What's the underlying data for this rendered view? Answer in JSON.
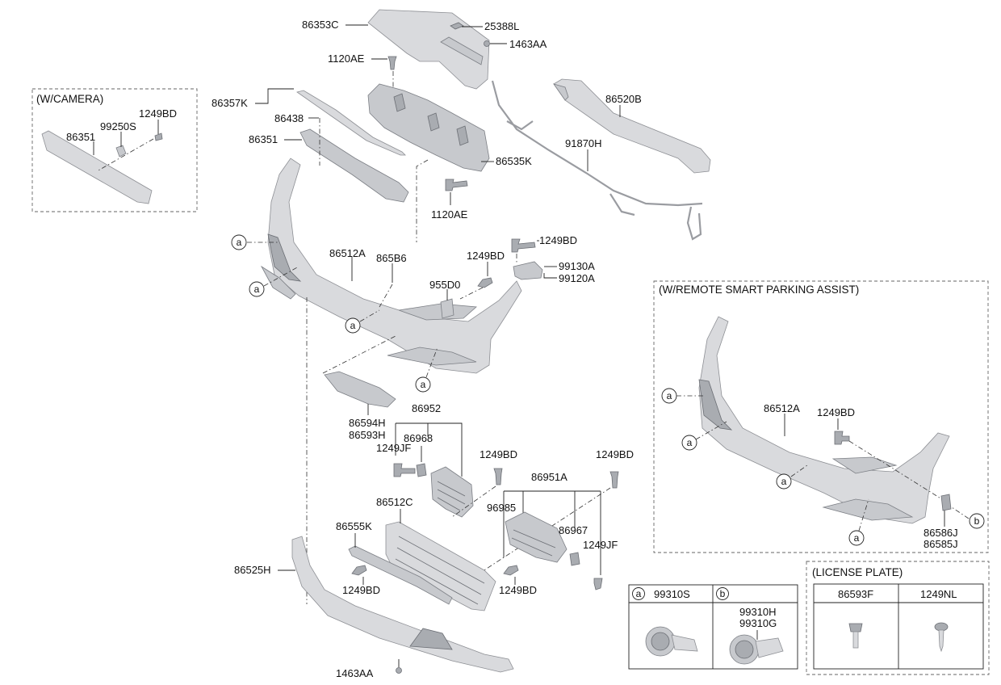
{
  "sections": {
    "camera": "(W/CAMERA)",
    "rspa": "(W/REMOTE SMART PARKING ASSIST)",
    "license": "(LICENSE PLATE)"
  },
  "labels": {
    "p86353C": "86353C",
    "p25388L": "25388L",
    "p1463AA_top": "1463AA",
    "p1120AE_top": "1120AE",
    "p86520B": "86520B",
    "p86357K": "86357K",
    "p86438": "86438",
    "p86351": "86351",
    "p86535K": "86535K",
    "p91870H": "91870H",
    "p1120AE_bot": "1120AE",
    "p1249BD_a": "1249BD",
    "p86512A": "86512A",
    "p865B6": "865B6",
    "p1249BD_b": "1249BD",
    "p99130A": "99130A",
    "p99120A": "99120A",
    "p955D0": "955D0",
    "p86594H": "86594H",
    "p86593H": "86593H",
    "p86952": "86952",
    "p86968": "86968",
    "p1249JF_a": "1249JF",
    "p1249BD_c": "1249BD",
    "p1249BD_d": "1249BD",
    "p86951A": "86951A",
    "p86512C": "86512C",
    "p96985": "96985",
    "p86555K": "86555K",
    "p86967": "86967",
    "p1249JF_b": "1249JF",
    "p86525H": "86525H",
    "p1249BD_e": "1249BD",
    "p1249BD_f": "1249BD",
    "p1463AA_bot": "1463AA",
    "cam_86351": "86351",
    "cam_99250S": "99250S",
    "cam_1249BD": "1249BD",
    "rspa_86512A": "86512A",
    "rspa_1249BD": "1249BD",
    "rspa_86586J": "86586J",
    "rspa_86585J": "86585J"
  },
  "callouts": {
    "a": "a",
    "b": "b"
  },
  "sensor_table": {
    "a_part": "99310S",
    "b_part1": "99310H",
    "b_part2": "99310G"
  },
  "license_table": {
    "col1": "86593F",
    "col2": "1249NL"
  }
}
